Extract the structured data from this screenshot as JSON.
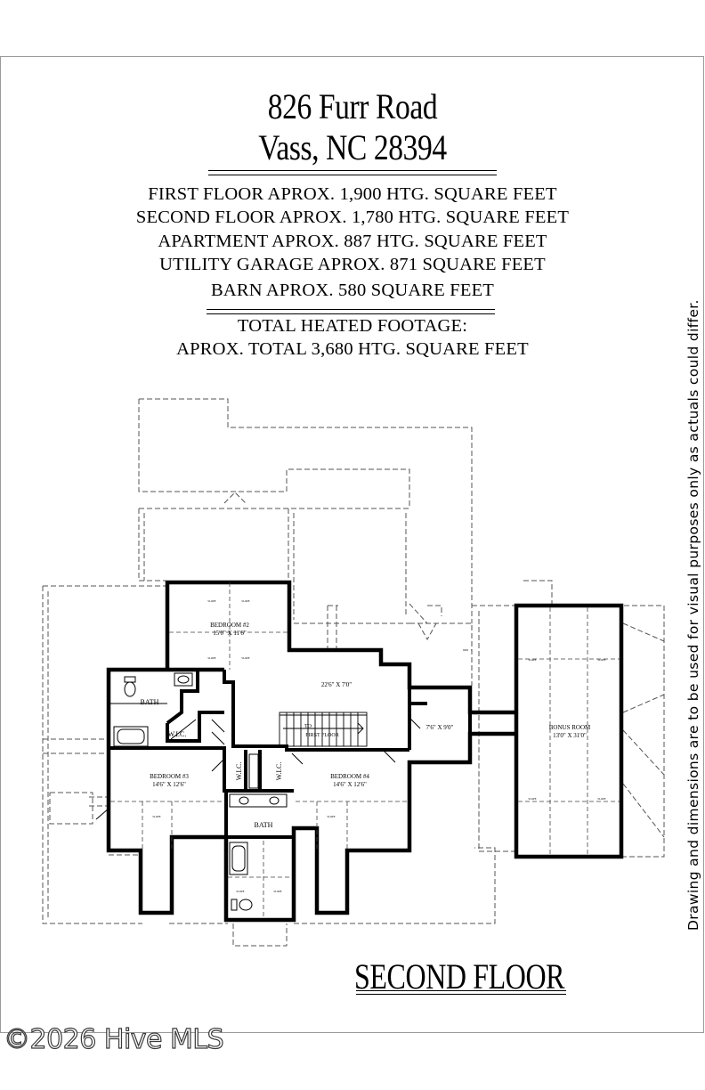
{
  "header": {
    "address_line1": "826 Furr Road",
    "address_line2": "Vass, NC 28394"
  },
  "footage": {
    "first_floor": "FIRST FLOOR APROX. 1,900 HTG. SQUARE FEET",
    "second_floor": "SECOND FLOOR APROX. 1,780 HTG. SQUARE FEET",
    "apartment": "APARTMENT APROX. 887 HTG. SQUARE FEET",
    "utility_garage": "UTILITY GARAGE APROX. 871 SQUARE FEET",
    "barn": "BARN APROX. 580 SQUARE FEET",
    "total_heading": "TOTAL HEATED FOOTAGE:",
    "total_value": "APROX. TOTAL 3,680 HTG. SQUARE FEET"
  },
  "plan": {
    "bedroom2": {
      "name": "BEDROOM #2",
      "dims": "15'0\" X 11'6\""
    },
    "bedroom3": {
      "name": "BEDROOM #3",
      "dims": "14'6\" X 12'6\""
    },
    "bedroom4": {
      "name": "BEDROOM #4",
      "dims": "14'6\" X 12'6\""
    },
    "bonus_room": {
      "name": "BONUS ROOM",
      "dims": "13'0\" X 31'0\""
    },
    "hall_dims": "22'6\" X 7'0\"",
    "landing_dims": "7'6\" X 9'0\"",
    "stairs_to": "TO",
    "stairs_dest": "FIRST FLOOR",
    "bath_label": "BATH",
    "wic_label": "W.I.C.",
    "slope_label": "SLOPE"
  },
  "floor_label": "SECOND FLOOR",
  "credit_note": "Drawing and dimensions are to be used for visual purposes only as actuals could differ.",
  "watermark": "©2026 Hive MLS"
}
